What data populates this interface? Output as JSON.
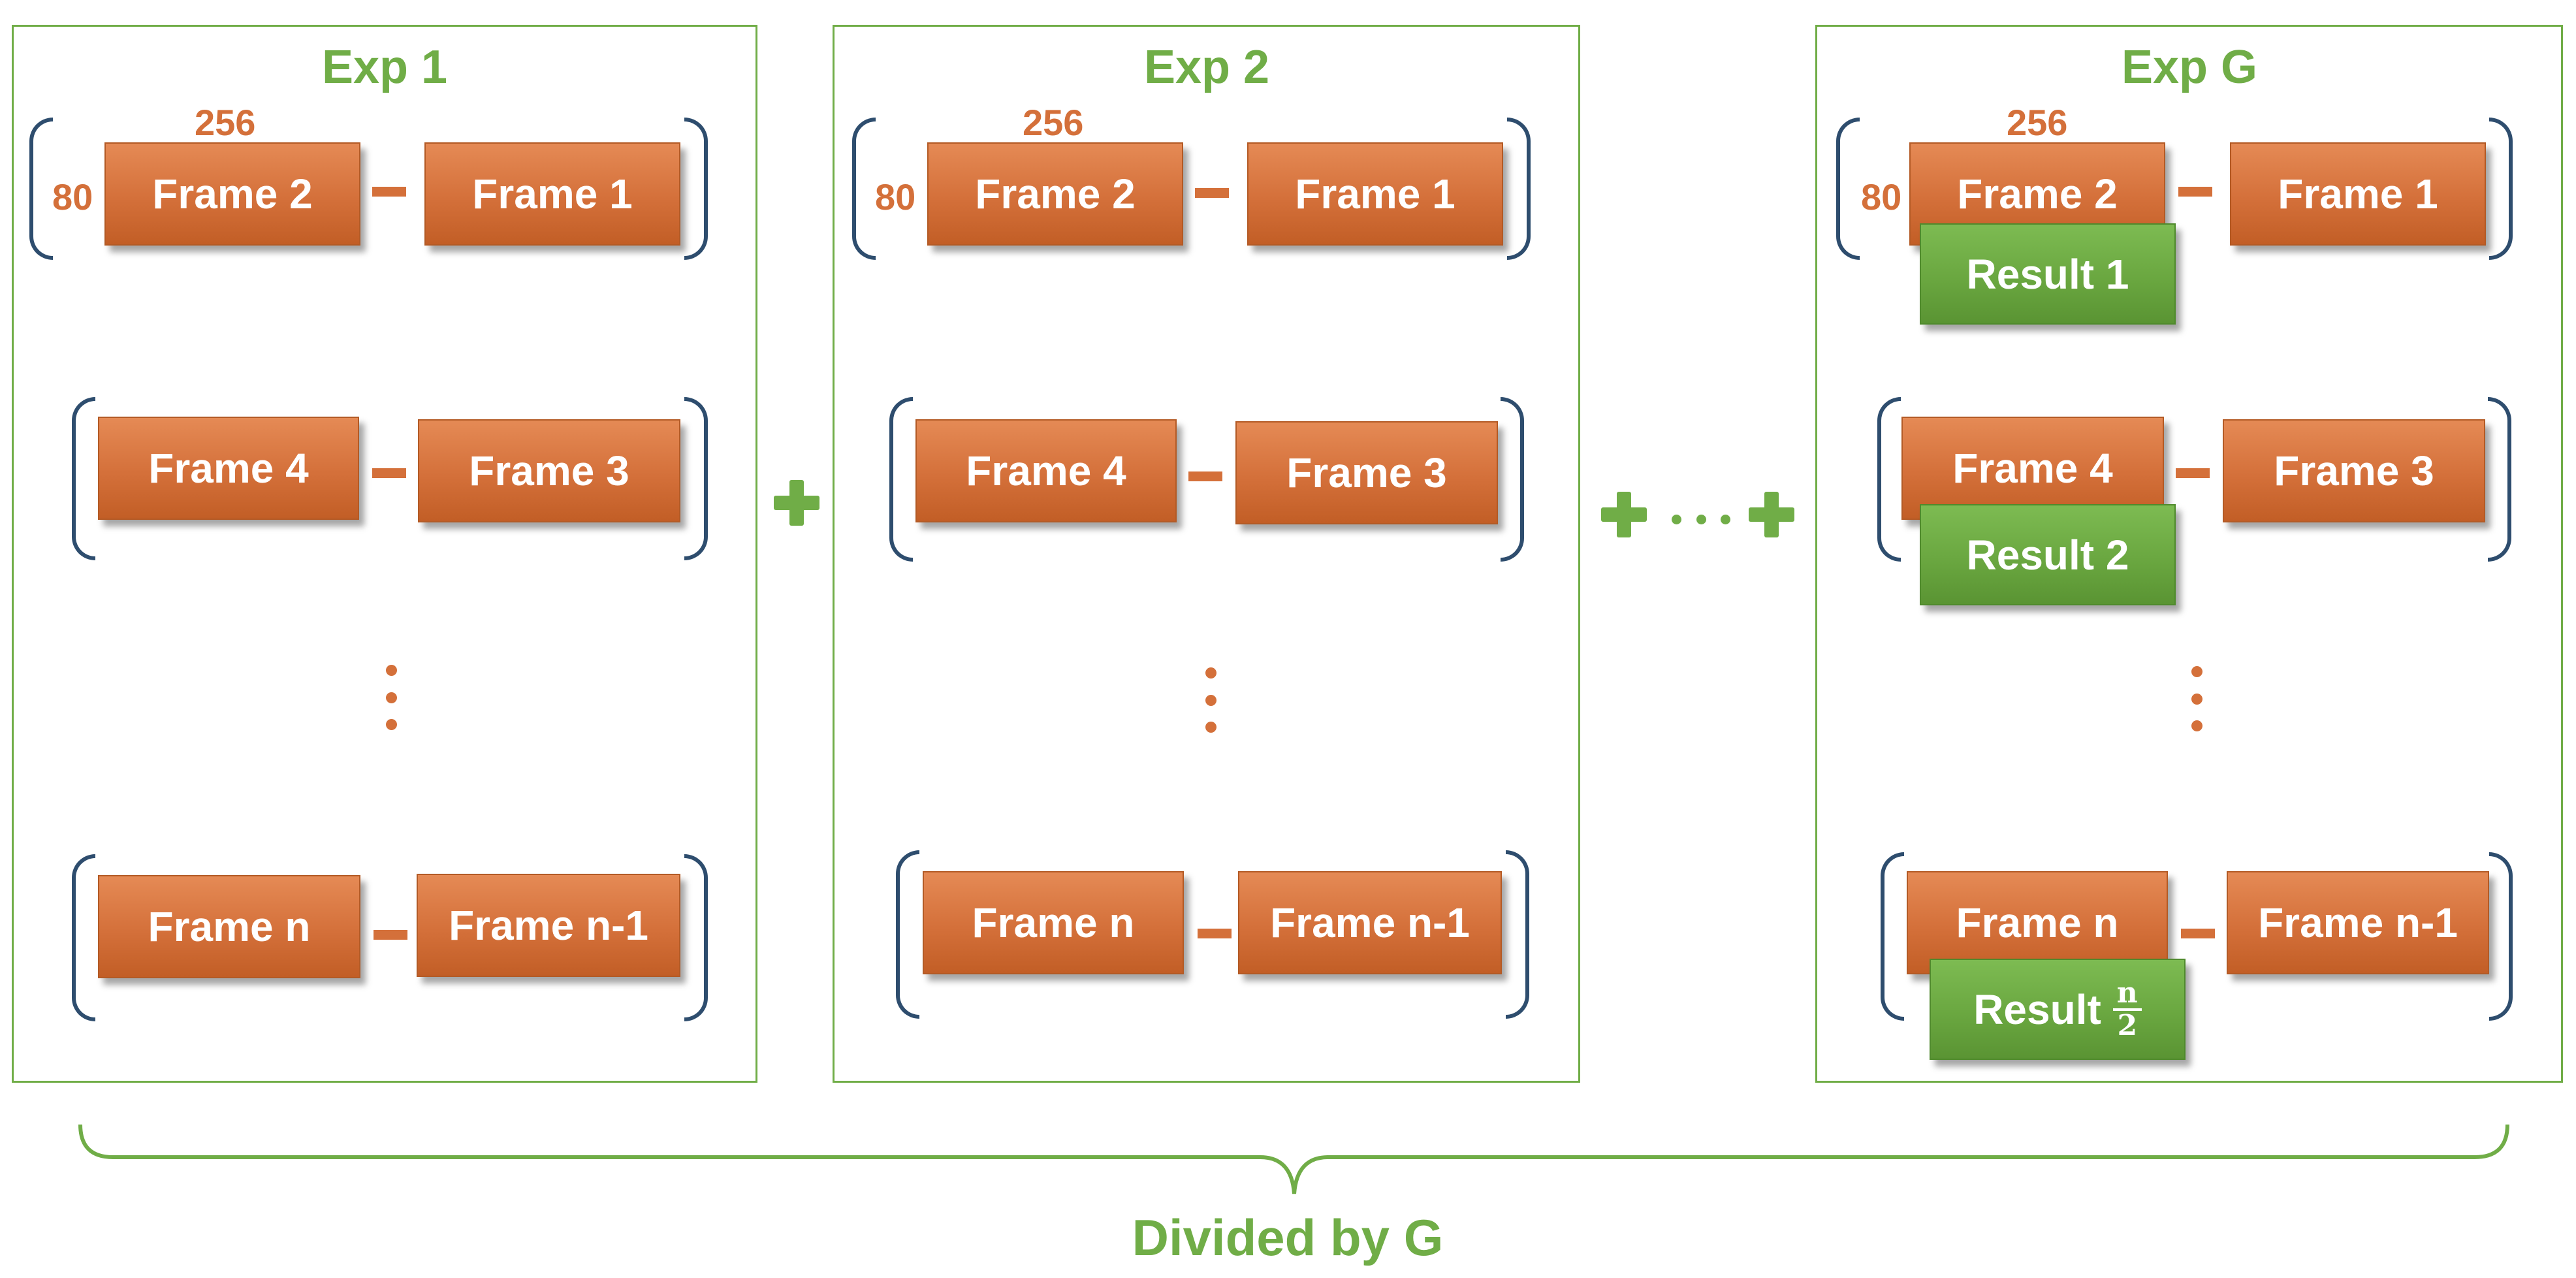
{
  "panels": [
    {
      "title": "Exp 1",
      "dim_width": "256",
      "dim_height": "80",
      "rows": [
        {
          "left": "Frame 2",
          "right": "Frame 1"
        },
        {
          "left": "Frame 4",
          "right": "Frame 3"
        },
        {
          "left": "Frame n",
          "right": "Frame n-1"
        }
      ]
    },
    {
      "title": "Exp 2",
      "dim_width": "256",
      "dim_height": "80",
      "rows": [
        {
          "left": "Frame 2",
          "right": "Frame 1"
        },
        {
          "left": "Frame 4",
          "right": "Frame 3"
        },
        {
          "left": "Frame n",
          "right": "Frame n-1"
        }
      ]
    },
    {
      "title": "Exp G",
      "dim_width": "256",
      "dim_height": "80",
      "rows": [
        {
          "left": "Frame 2",
          "right": "Frame 1",
          "result": "Result 1"
        },
        {
          "left": "Frame 4",
          "right": "Frame 3",
          "result": "Result 2"
        },
        {
          "left": "Frame n",
          "right": "Frame n-1",
          "result": "Result",
          "result_num": "n",
          "result_den": "2"
        }
      ]
    }
  ],
  "bottom_label": "Divided by G",
  "colors": {
    "frame": "#d4703a",
    "result": "#6aa740",
    "accent_green": "#70ad47",
    "bracket": "#2e4d6e"
  }
}
